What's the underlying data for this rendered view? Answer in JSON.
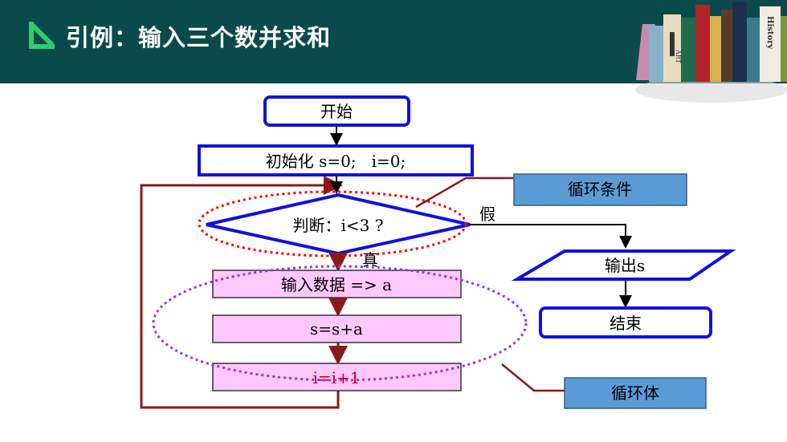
{
  "header": {
    "title": "引例：输入三个数并求和"
  },
  "books": {
    "spine_labels": [
      "ART",
      "History"
    ]
  },
  "flowchart": {
    "start": "开始",
    "init": "初始化 s=0;   i=0;",
    "decision": "判断：i<3 ?",
    "false_label": "假",
    "true_label": "真",
    "input_step": "输入数据 => a",
    "sum_step": "s=s+a",
    "increment_step": "i=i+1",
    "output": "输出s",
    "end": "结束"
  },
  "callouts": {
    "condition": "循环条件",
    "body": "循环体"
  },
  "colors": {
    "header_bg": "#0b4a4a",
    "box_border": "#1010e0",
    "loop_fill": "#ffc8ff",
    "callout_fill": "#5b9bd5",
    "arrow_loop": "#8b1a1a",
    "condition_ellipse": "#ff0000",
    "body_ellipse": "#9b30ff",
    "icon_green": "#2ecc71"
  }
}
